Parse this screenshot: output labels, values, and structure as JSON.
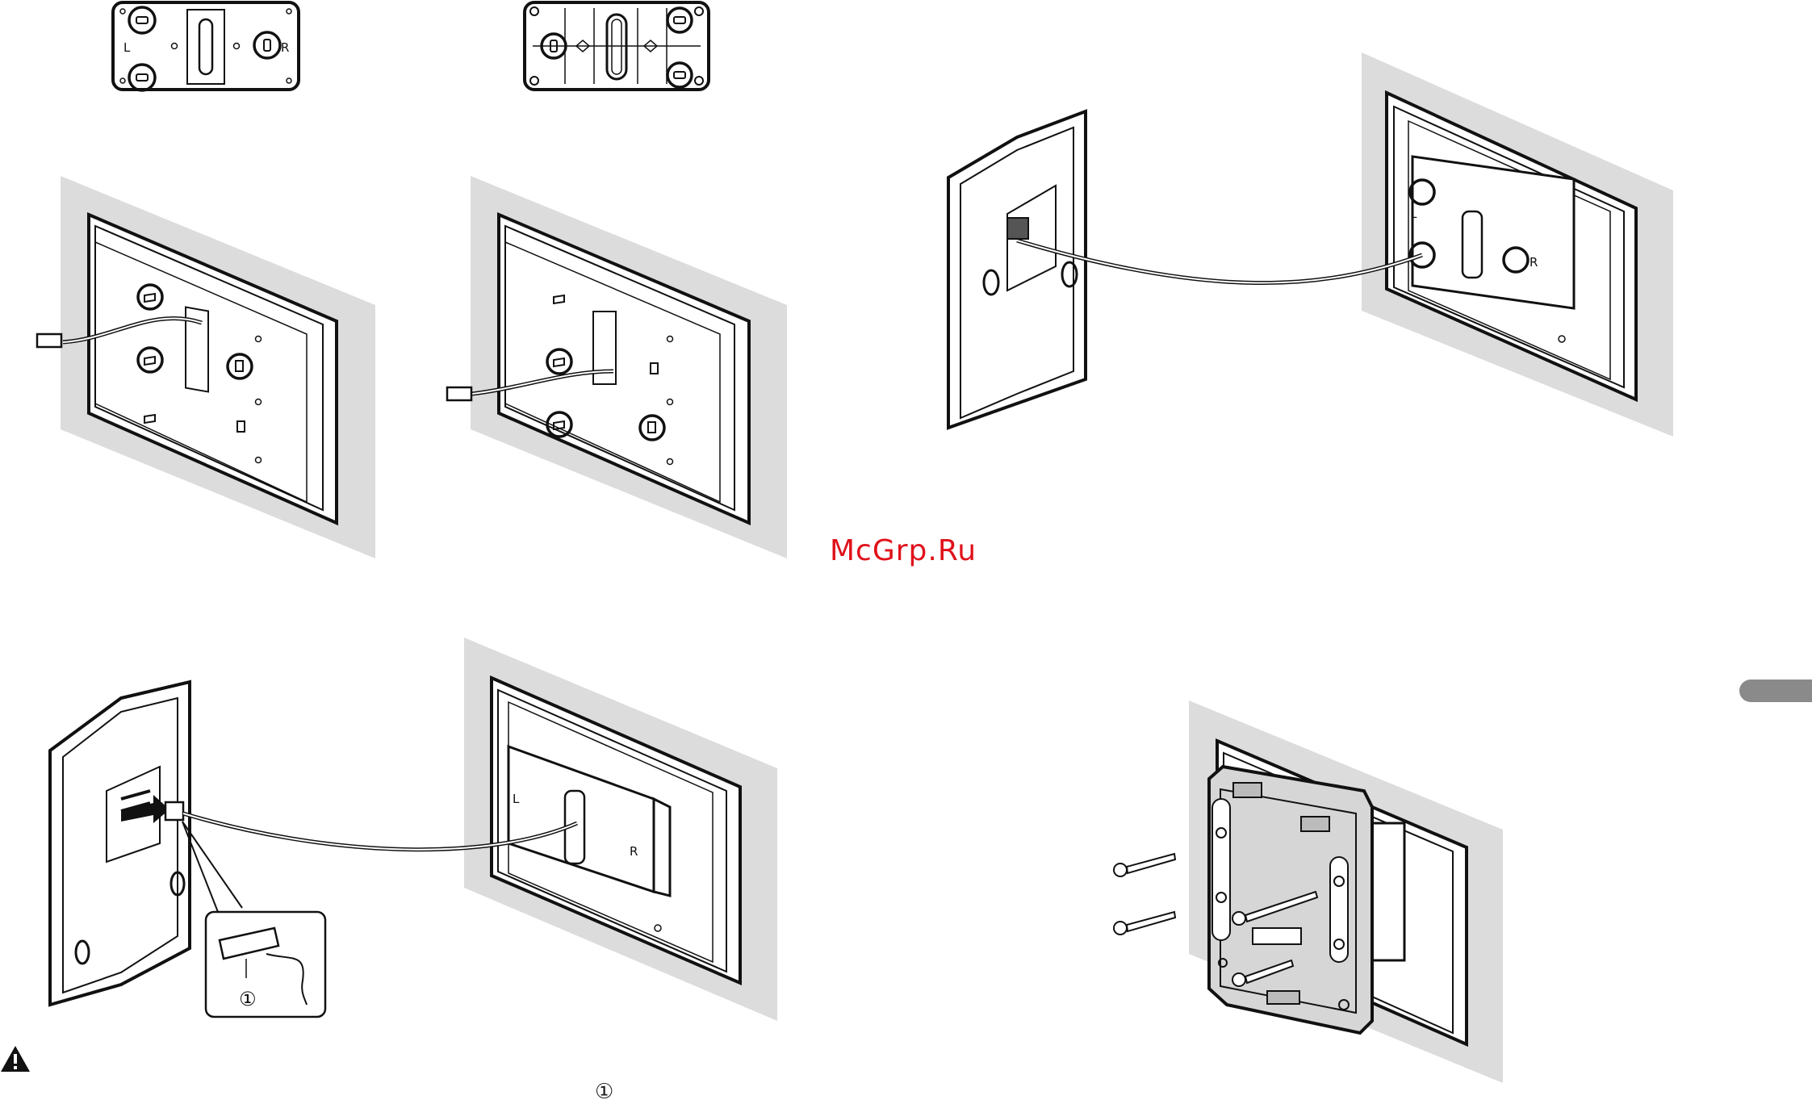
{
  "watermark": "McGrp.Ru",
  "labels": {
    "left": "L",
    "right": "R",
    "callout_number": "①",
    "footer_number": "①"
  },
  "icons": {
    "warning": "warning-triangle-icon"
  },
  "colors": {
    "watermark": "#e0111a",
    "wall": "#dcdcdc",
    "line": "#111111",
    "unit_fill": "#ffffff",
    "bracket_fill": "#d6d6d6",
    "tab": "#8a8a8a"
  }
}
